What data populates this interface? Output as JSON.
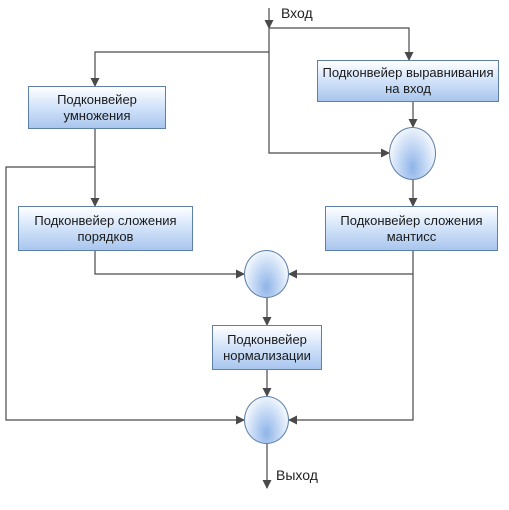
{
  "diagram": {
    "input_label": "Вход",
    "output_label": "Выход",
    "blocks": {
      "multiply": "Подконвейер умножения",
      "align_input": "Подконвейер выравнивания на вход",
      "exp_add": "Подконвейер сложения порядков",
      "mant_add": "Подконвейер сложения мантисс",
      "normalize": "Подконвейер нормализации"
    },
    "colors": {
      "line": "#4a4a4a",
      "box_border": "#5e7fa8",
      "box_fill_top": "#ffffff",
      "box_fill_bottom": "#a9c6ee"
    }
  }
}
